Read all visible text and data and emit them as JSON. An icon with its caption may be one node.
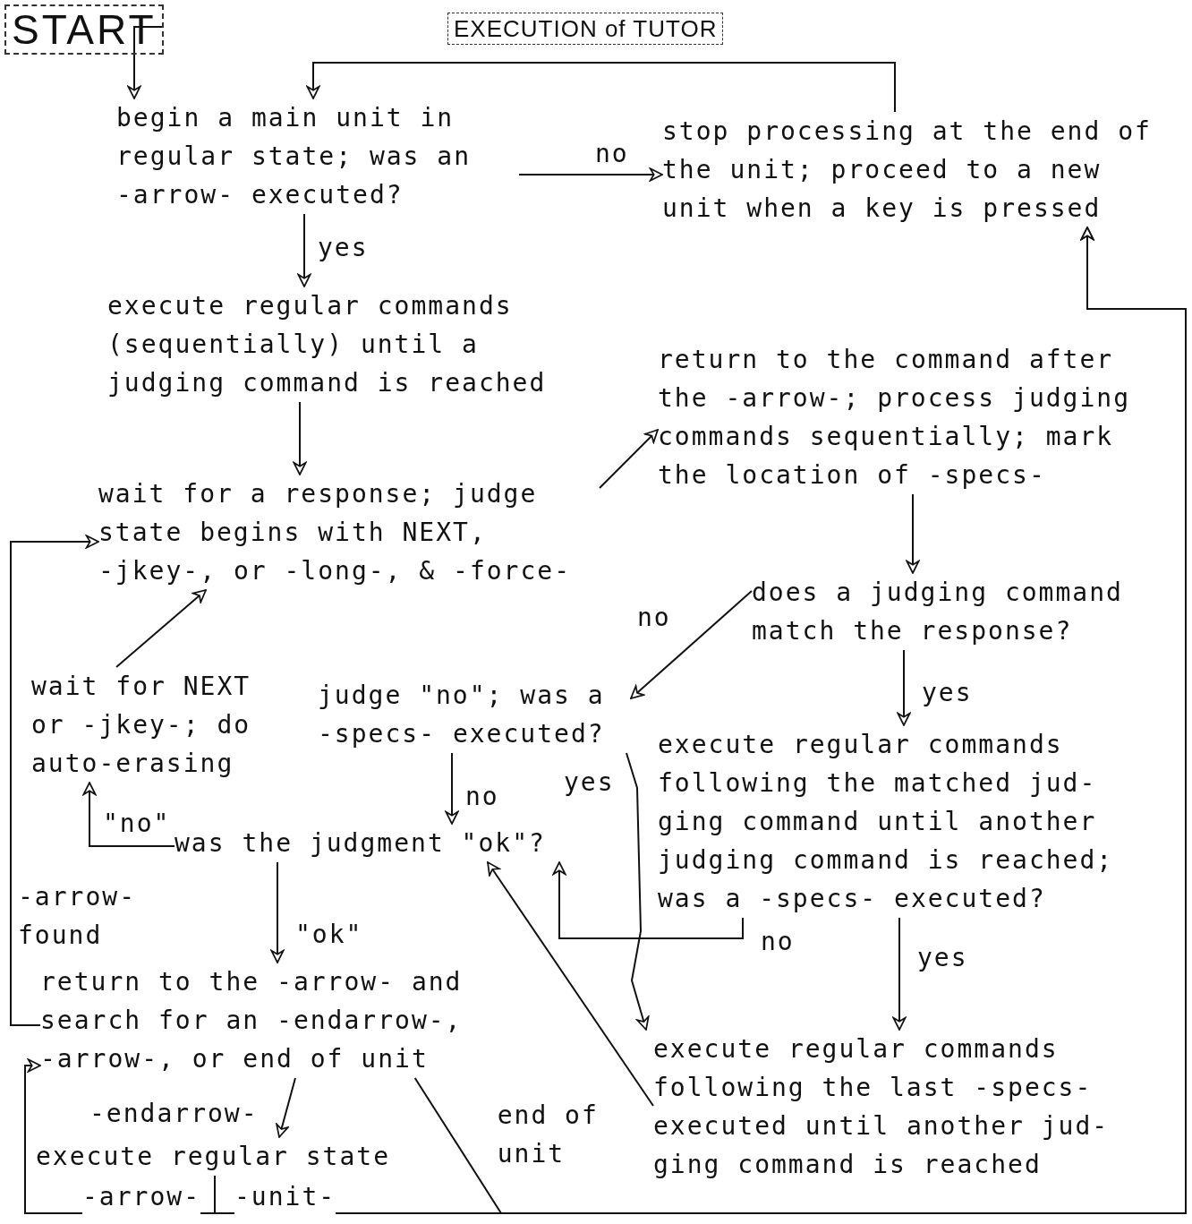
{
  "diagram": {
    "title": "EXECUTION of TUTOR",
    "nodes": [
      {
        "text": [
          "START"
        ]
      },
      {
        "text": [
          "begin a main unit in regular state; was an -arrow- executed?"
        ]
      },
      {
        "text": [
          "stop processing at the end of the unit; proceed to a new unit when a key is pressed"
        ]
      },
      {
        "text": [
          "execute regular commands (sequentially) until a judging command is reached"
        ]
      },
      {
        "text": [
          "return to the command after the -arrow-; process judging commands sequentially; mark the location of -specs-"
        ]
      },
      {
        "text": [
          "wait for a response; judge state begins with NEXT, -jkey-, or -long-, & -force-"
        ]
      },
      {
        "text": [
          "does a judging command match the response?"
        ]
      },
      {
        "text": [
          "wait for NEXT or -jkey-; do auto-erasing"
        ]
      },
      {
        "text": [
          "judge \"no\"; was a -specs- executed?"
        ]
      },
      {
        "text": [
          "execute regular commands following the matched jud- ging command until another judging command is reached; was a -specs- executed?"
        ]
      },
      {
        "text": [
          "was the judgment \"ok\"?"
        ]
      },
      {
        "text": [
          "return to the -arrow- and search for an -endarrow-, -arrow-, or end of unit"
        ]
      },
      {
        "text": [
          "execute regular commands following the last -specs- executed until another jud- ging command is reached"
        ]
      },
      {
        "text": [
          "execute regular state"
        ]
      }
    ],
    "edges": [
      {
        "from": 0,
        "to": 1,
        "arrow": "to"
      },
      {
        "from": 1,
        "to": 2,
        "arrow": "to",
        "label": "no"
      },
      {
        "from": 2,
        "to": 1,
        "arrow": "to"
      },
      {
        "from": 1,
        "to": 3,
        "arrow": "to",
        "label": "yes"
      },
      {
        "from": 3,
        "to": 5,
        "arrow": "to"
      },
      {
        "from": 5,
        "to": 4,
        "arrow": "to"
      },
      {
        "from": 4,
        "to": 6,
        "arrow": "to"
      },
      {
        "from": 6,
        "to": 8,
        "arrow": "to",
        "label": "no"
      },
      {
        "from": 6,
        "to": 9,
        "arrow": "to",
        "label": "yes"
      },
      {
        "from": 8,
        "to": 10,
        "arrow": "to",
        "label": "no"
      },
      {
        "from": 8,
        "to": 12,
        "arrow": "to",
        "label": "yes"
      },
      {
        "from": 9,
        "to": 10,
        "arrow": "to",
        "label": "no"
      },
      {
        "from": 9,
        "to": 12,
        "arrow": "to",
        "label": "yes"
      },
      {
        "from": 12,
        "to": 10,
        "arrow": "to"
      },
      {
        "from": 10,
        "to": 7,
        "arrow": "to",
        "label": "\"no\""
      },
      {
        "from": 7,
        "to": 5,
        "arrow": "to"
      },
      {
        "from": 10,
        "to": 11,
        "arrow": "to",
        "label": "\"ok\""
      },
      {
        "from": 11,
        "to": 5,
        "arrow": "to",
        "label": "-arrow- found"
      },
      {
        "from": 11,
        "to": 13,
        "arrow": "to",
        "label": "-endarrow-"
      },
      {
        "from": 11,
        "to": 2,
        "arrow": "to",
        "label": "end of unit"
      },
      {
        "from": 13,
        "to": 11,
        "arrow": "to",
        "label": "-arrow-"
      },
      {
        "from": 13,
        "to": 2,
        "arrow": "to",
        "label": "-unit-"
      }
    ]
  }
}
